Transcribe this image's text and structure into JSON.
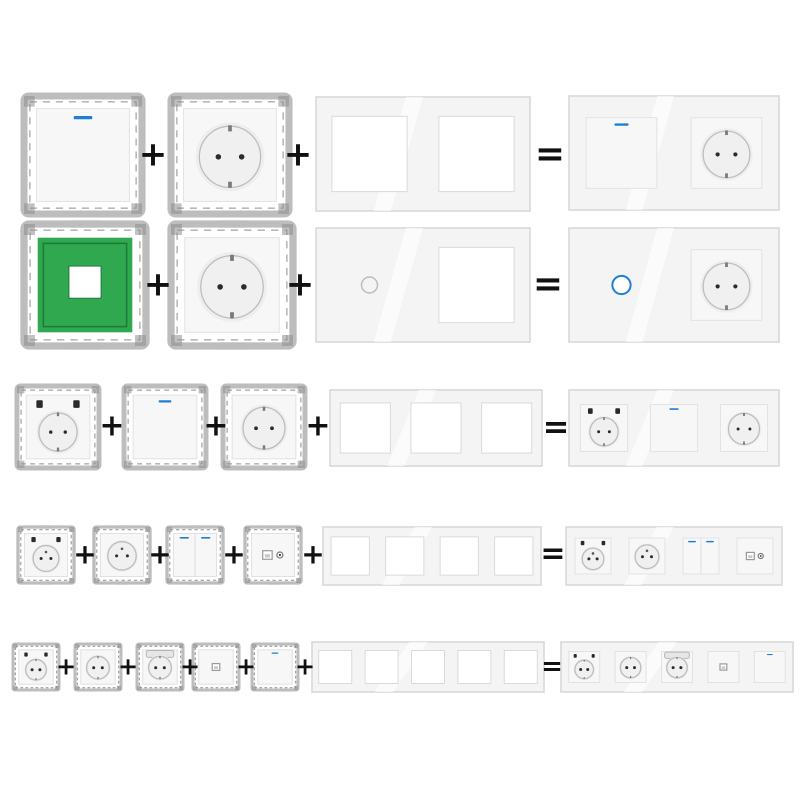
{
  "scene": {
    "background": "#ffffff",
    "colors": {
      "frame": "#bdbdbd",
      "frame_dark": "#8e8e8e",
      "module": "#f7f7f7",
      "glass": "#f4f4f4",
      "glass_edge": "#d6d6d6",
      "indicator": "#1e7fd6",
      "pcb": "#2fa84f",
      "operator": "#111111"
    },
    "operators": {
      "plus": "+",
      "equals": "="
    },
    "rows": [
      {
        "name": "row-1",
        "modules": [
          "switch-1gang",
          "schuko-socket"
        ],
        "frame_openings": [
          "square",
          "square"
        ],
        "result": [
          "switch-1gang",
          "schuko-socket"
        ]
      },
      {
        "name": "row-2",
        "modules": [
          "touch-switch",
          "schuko-socket"
        ],
        "frame_openings": [
          "touch-ring",
          "square"
        ],
        "result": [
          "touch-switch",
          "schuko-socket"
        ]
      },
      {
        "name": "row-3",
        "modules": [
          "usb-schuko-socket",
          "switch-1gang",
          "schuko-socket"
        ],
        "frame_openings": [
          "square",
          "square",
          "square"
        ],
        "result": [
          "usb-schuko-socket",
          "switch-1gang",
          "schuko-socket"
        ]
      },
      {
        "name": "row-4",
        "modules": [
          "usb-french-socket",
          "french-socket",
          "switch-2gang",
          "data-tv-outlet"
        ],
        "frame_openings": [
          "square",
          "square",
          "square",
          "square"
        ],
        "result": [
          "usb-french-socket",
          "french-socket",
          "switch-2gang",
          "data-tv-outlet"
        ]
      },
      {
        "name": "row-5",
        "modules": [
          "usb-schuko-socket",
          "schuko-socket",
          "covered-schuko-socket",
          "data-outlet",
          "switch-1gang"
        ],
        "frame_openings": [
          "square",
          "square",
          "square",
          "square",
          "square"
        ],
        "result": [
          "usb-schuko-socket",
          "schuko-socket",
          "covered-schuko-socket",
          "data-outlet",
          "switch-1gang"
        ]
      }
    ]
  }
}
